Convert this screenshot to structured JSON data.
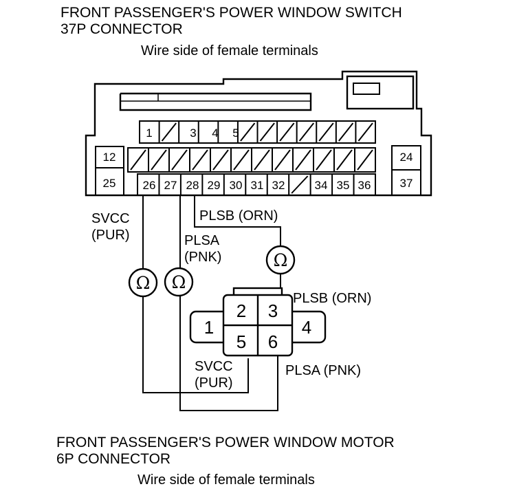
{
  "switch_connector": {
    "title_line1": "FRONT PASSENGER'S POWER WINDOW SWITCH",
    "title_line2": "37P CONNECTOR",
    "subtitle": "Wire side of female terminals",
    "top_pins": [
      "1",
      "",
      "3",
      "4",
      "5",
      "",
      "",
      "",
      "",
      "",
      "",
      ""
    ],
    "middle_pins": [
      "",
      "",
      "",
      "",
      "",
      "",
      "",
      "",
      "",
      "",
      "",
      ""
    ],
    "bottom_pins": [
      "26",
      "27",
      "28",
      "29",
      "30",
      "31",
      "32",
      "",
      "34",
      "35",
      "36"
    ],
    "left_pins": [
      "12",
      "25"
    ],
    "right_pins": [
      "24",
      "37"
    ]
  },
  "motor_connector": {
    "title_line1": "FRONT PASSENGER'S POWER WINDOW MOTOR",
    "title_line2": "6P CONNECTOR",
    "subtitle": "Wire side of female terminals",
    "pins": [
      "1",
      "2",
      "3",
      "4",
      "5",
      "6"
    ]
  },
  "wires": {
    "svcc_top_line1": "SVCC",
    "svcc_top_line2": "(PUR)",
    "plsa_top_line1": "PLSA",
    "plsa_top_line2": "(PNK)",
    "plsb_top": "PLSB (ORN)",
    "plsb_bottom": "PLSB (ORN)",
    "svcc_bottom_line1": "SVCC",
    "svcc_bottom_line2": "(PUR)",
    "plsa_bottom": "PLSA (PNK)"
  },
  "meters": {
    "symbol": "Ω",
    "items": [
      "ohmmeter-svcc",
      "ohmmeter-plsa",
      "ohmmeter-plsb"
    ]
  }
}
